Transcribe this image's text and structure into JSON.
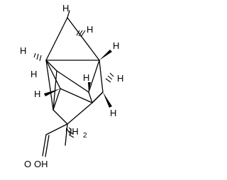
{
  "molecule": {
    "atom_labels": {
      "h_top_left": "H",
      "h_top_right": "H",
      "h_upper_left": "H",
      "h_upper_right": "H",
      "h_mid_left": "H",
      "h_right": "H",
      "h_inner": "H",
      "h_lower_right": "H",
      "h_left_center": "H",
      "nh2": "NH",
      "nh2_sub": "2",
      "oh": "OH",
      "o": "O"
    }
  }
}
